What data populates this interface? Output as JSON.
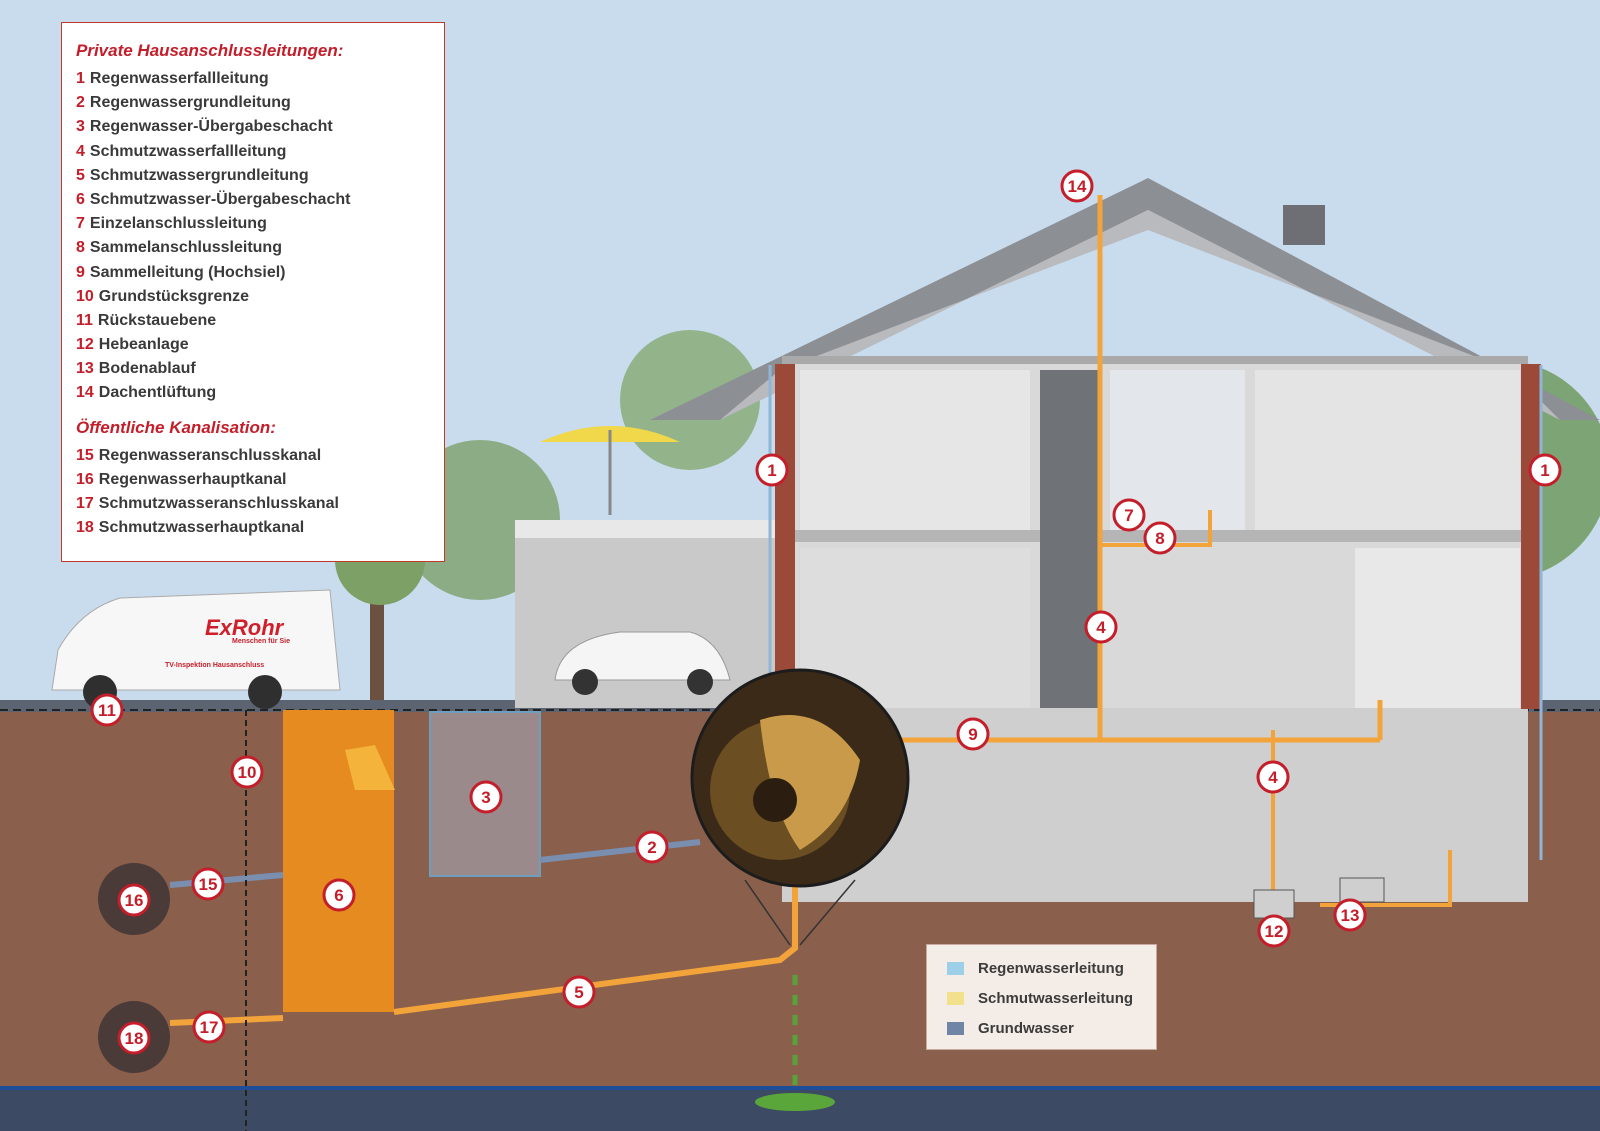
{
  "legend": {
    "private_title": "Private Hausanschlussleitungen:",
    "private_items": [
      {
        "num": "1",
        "label": "Regenwasserfallleitung"
      },
      {
        "num": "2",
        "label": "Regenwassergrundleitung"
      },
      {
        "num": "3",
        "label": "Regenwasser-Übergabeschacht"
      },
      {
        "num": "4",
        "label": "Schmutzwasserfallleitung"
      },
      {
        "num": "5",
        "label": "Schmutzwassergrundleitung"
      },
      {
        "num": "6",
        "label": "Schmutzwasser-Übergabeschacht"
      },
      {
        "num": "7",
        "label": "Einzelanschlussleitung"
      },
      {
        "num": "8",
        "label": "Sammelanschlussleitung"
      },
      {
        "num": "9",
        "label": "Sammelleitung (Hochsiel)"
      },
      {
        "num": "10",
        "label": "Grundstücksgrenze"
      },
      {
        "num": "11",
        "label": "Rückstauebene"
      },
      {
        "num": "12",
        "label": "Hebeanlage"
      },
      {
        "num": "13",
        "label": "Bodenablauf"
      },
      {
        "num": "14",
        "label": "Dachentlüftung"
      }
    ],
    "public_title": "Öffentliche Kanalisation:",
    "public_items": [
      {
        "num": "15",
        "label": "Regenwasseranschlusskanal"
      },
      {
        "num": "16",
        "label": "Regenwasserhauptkanal"
      },
      {
        "num": "17",
        "label": "Schmutzwasseranschlusskanal"
      },
      {
        "num": "18",
        "label": "Schmutzwasserhauptkanal"
      }
    ]
  },
  "key": [
    {
      "label": "Regenwasserleitung",
      "color": "#9ecfe8"
    },
    {
      "label": "Schmutwasserleitung",
      "color": "#f3e08c"
    },
    {
      "label": "Grundwasser",
      "color": "#7084a6"
    }
  ],
  "van": {
    "brand": "ExRohr",
    "tagline": "Menschen für Sie",
    "service": "TV-Inspektion Hausanschluss"
  },
  "markers": [
    "1",
    "1",
    "2",
    "3",
    "4",
    "4",
    "5",
    "6",
    "7",
    "8",
    "9",
    "10",
    "11",
    "12",
    "13",
    "14",
    "15",
    "16",
    "17",
    "18"
  ],
  "colors": {
    "accent_red": "#c41e2a",
    "pipe_orange": "#f2a43a",
    "soil": "#8a5f4c",
    "sky": "#c9dced"
  }
}
